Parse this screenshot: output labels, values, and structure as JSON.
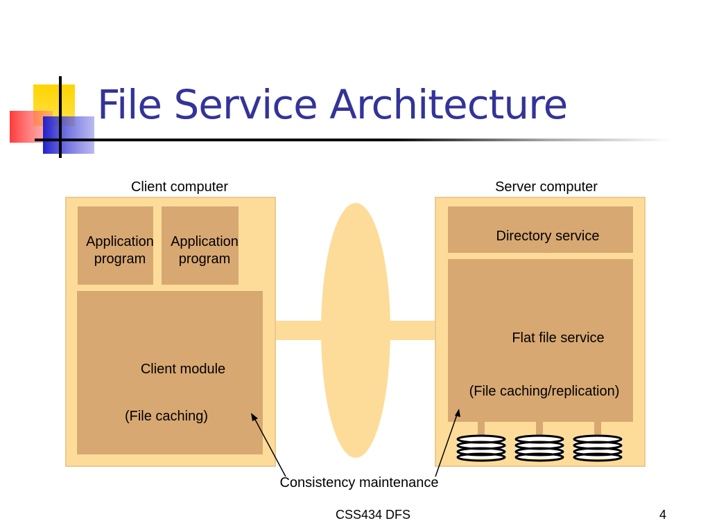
{
  "slide": {
    "title": "File Service Architecture",
    "footer_text": "CSS434 DFS",
    "page_number": "4"
  },
  "colors": {
    "title": "#333399",
    "box_light": "#fddc9a",
    "box_dark": "#d8a872",
    "box_border": "#ecc98e",
    "deco_yellow": "#ffd400",
    "deco_red": "#ff3b3b",
    "deco_blue": "#2a2ad6"
  },
  "diagram": {
    "client": {
      "label": "Client computer",
      "apps": [
        {
          "line1": "Application",
          "line2": "program"
        },
        {
          "line1": "Application",
          "line2": "program"
        }
      ],
      "module": {
        "label": "Client module",
        "sublabel": "(File caching)"
      }
    },
    "server": {
      "label": "Server computer",
      "directory_service": "Directory service",
      "flat_file_service": {
        "label": "Flat file service",
        "sublabel": "(File caching/replication)"
      },
      "disk_count": 3
    },
    "consistency_label": "Consistency maintenance"
  }
}
